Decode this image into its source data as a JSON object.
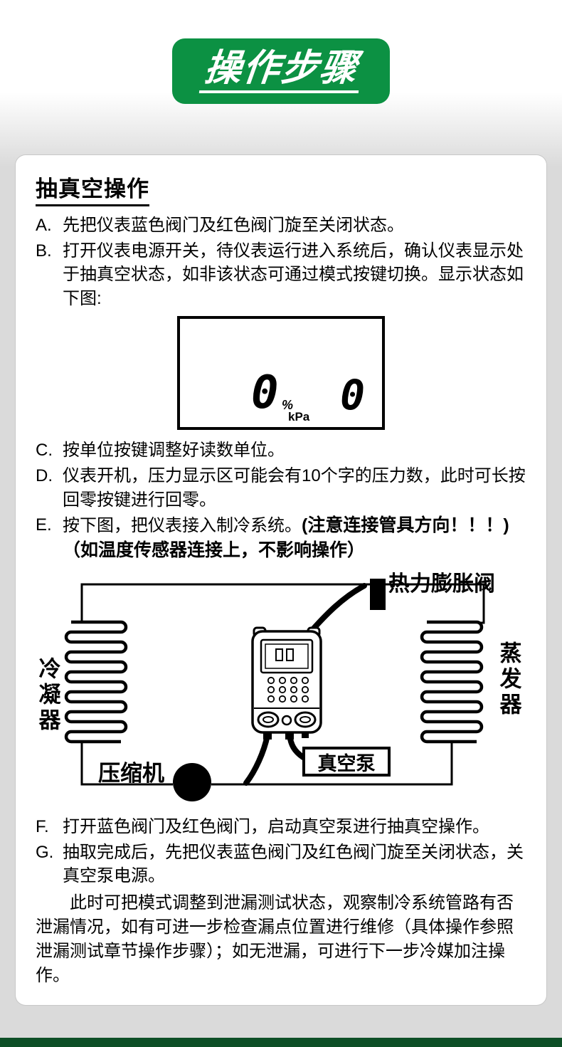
{
  "banner": {
    "title": "操作步骤"
  },
  "section": {
    "heading": "抽真空操作",
    "steps": {
      "a": {
        "label": "A.",
        "text": "先把仪表蓝色阀门及红色阀门旋至关闭状态。"
      },
      "b": {
        "label": "B.",
        "text": "打开仪表电源开关，待仪表运行进入系统后，确认仪表显示处于抽真空状态，如非该状态可通过模式按键切换。显示状态如下图:"
      },
      "c": {
        "label": "C.",
        "text": "按单位按键调整好读数单位。"
      },
      "d": {
        "label": "D.",
        "text": "仪表开机，压力显示区可能会有10个字的压力数，此时可长按回零按键进行回零。"
      },
      "e": {
        "label": "E.",
        "text": "按下图，把仪表接入制冷系统。",
        "bold": "(注意连接管具方向！！！)（如温度传感器连接上，不影响操作）"
      },
      "f": {
        "label": "F.",
        "text": "打开蓝色阀门及红色阀门，启动真空泵进行抽真空操作。"
      },
      "g": {
        "label": "G.",
        "text": "抽取完成后，先把仪表蓝色阀门及红色阀门旋至关闭状态，关真空泵电源。"
      }
    },
    "closing": "此时可把模式调整到泄漏测试状态，观察制冷系统管路有否泄漏情况，如有可进一步检查漏点位置进行维修（具体操作参照泄漏测试章节操作步骤）；如无泄漏，可进行下一步冷媒加注操作。"
  },
  "lcd": {
    "main_value": "0",
    "percent_sign": "%",
    "unit": "kPa",
    "secondary_value": "0"
  },
  "diagram": {
    "labels": {
      "expansion_valve": "热力膨胀阀",
      "condenser": "冷凝器",
      "evaporator": "蒸发器",
      "compressor": "压缩机",
      "vacuum_pump": "真空泵"
    }
  },
  "colors": {
    "banner_green": "#0c9143",
    "page_gray": "#dadada",
    "page_white": "#ffffff",
    "footer_green": "#0d4f26"
  }
}
